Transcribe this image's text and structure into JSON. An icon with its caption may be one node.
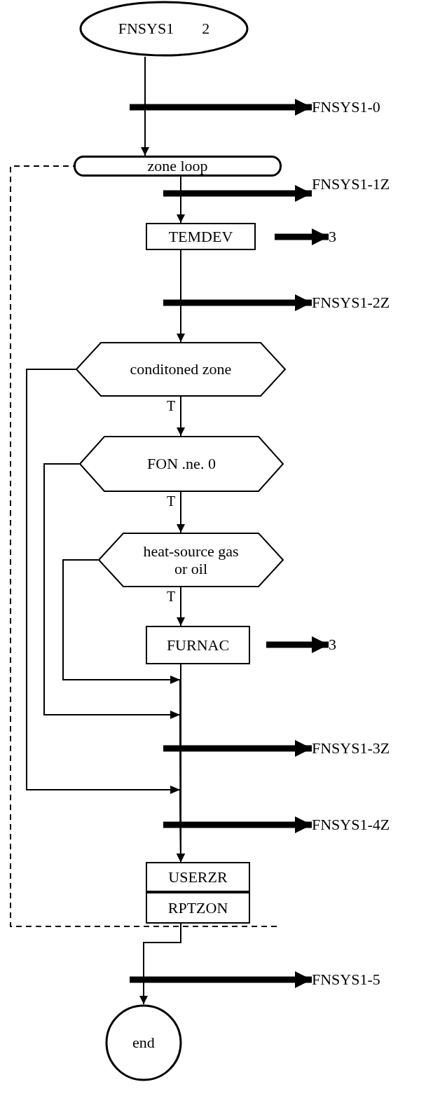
{
  "diagram": {
    "nodes": [
      {
        "text": [
          "FNSYS1",
          "2"
        ]
      },
      {
        "text": [
          "FNSYS1-0"
        ]
      },
      {
        "text": [
          "zone loop"
        ]
      },
      {
        "text": [
          "FNSYS1-1Z"
        ]
      },
      {
        "text": [
          "TEMDEV"
        ]
      },
      {
        "text": [
          "3"
        ]
      },
      {
        "text": [
          "FNSYS1-2Z"
        ]
      },
      {
        "text": [
          "conditoned zone"
        ]
      },
      {
        "text": [
          "FON .ne. 0"
        ]
      },
      {
        "text": [
          "heat-source gas or oil"
        ]
      },
      {
        "text": [
          "FURNAC"
        ]
      },
      {
        "text": [
          "3"
        ]
      },
      {
        "text": [
          "FNSYS1-3Z"
        ]
      },
      {
        "text": [
          "FNSYS1-4Z"
        ]
      },
      {
        "text": [
          "USERZR"
        ]
      },
      {
        "text": [
          "RPTZON"
        ]
      },
      {
        "text": [
          "FNSYS1-5"
        ]
      },
      {
        "text": [
          "end"
        ]
      }
    ],
    "edges": [
      {
        "from": 0,
        "to": 2,
        "arrow": "to"
      },
      {
        "from": null,
        "to": 1,
        "arrow": "to",
        "style": "thick"
      },
      {
        "from": 2,
        "to": 4,
        "arrow": "to"
      },
      {
        "from": null,
        "to": 3,
        "arrow": "to",
        "style": "thick"
      },
      {
        "from": null,
        "to": 5,
        "arrow": "to",
        "style": "thick"
      },
      {
        "from": null,
        "to": 6,
        "arrow": "to",
        "style": "thick"
      },
      {
        "from": 4,
        "to": 7,
        "arrow": "to"
      },
      {
        "from": 7,
        "to": 8,
        "arrow": "to",
        "label": "T"
      },
      {
        "from": 8,
        "to": 9,
        "arrow": "to",
        "label": "T"
      },
      {
        "from": 9,
        "to": 10,
        "arrow": "to",
        "label": "T"
      },
      {
        "from": null,
        "to": 11,
        "arrow": "to",
        "style": "thick"
      },
      {
        "from": 10,
        "to": 14,
        "arrow": "to"
      },
      {
        "from": 9,
        "to": 14,
        "arrow": "to"
      },
      {
        "from": 8,
        "to": 14,
        "arrow": "to"
      },
      {
        "from": null,
        "to": 12,
        "arrow": "to",
        "style": "thick"
      },
      {
        "from": 7,
        "to": 14,
        "arrow": "to"
      },
      {
        "from": null,
        "to": 13,
        "arrow": "to",
        "style": "thick"
      },
      {
        "from": 15,
        "to": 17,
        "arrow": "to"
      },
      {
        "from": null,
        "to": 2,
        "arrow": "none",
        "style": "dashed"
      },
      {
        "from": null,
        "to": 16,
        "arrow": "to",
        "style": "thick"
      }
    ]
  }
}
